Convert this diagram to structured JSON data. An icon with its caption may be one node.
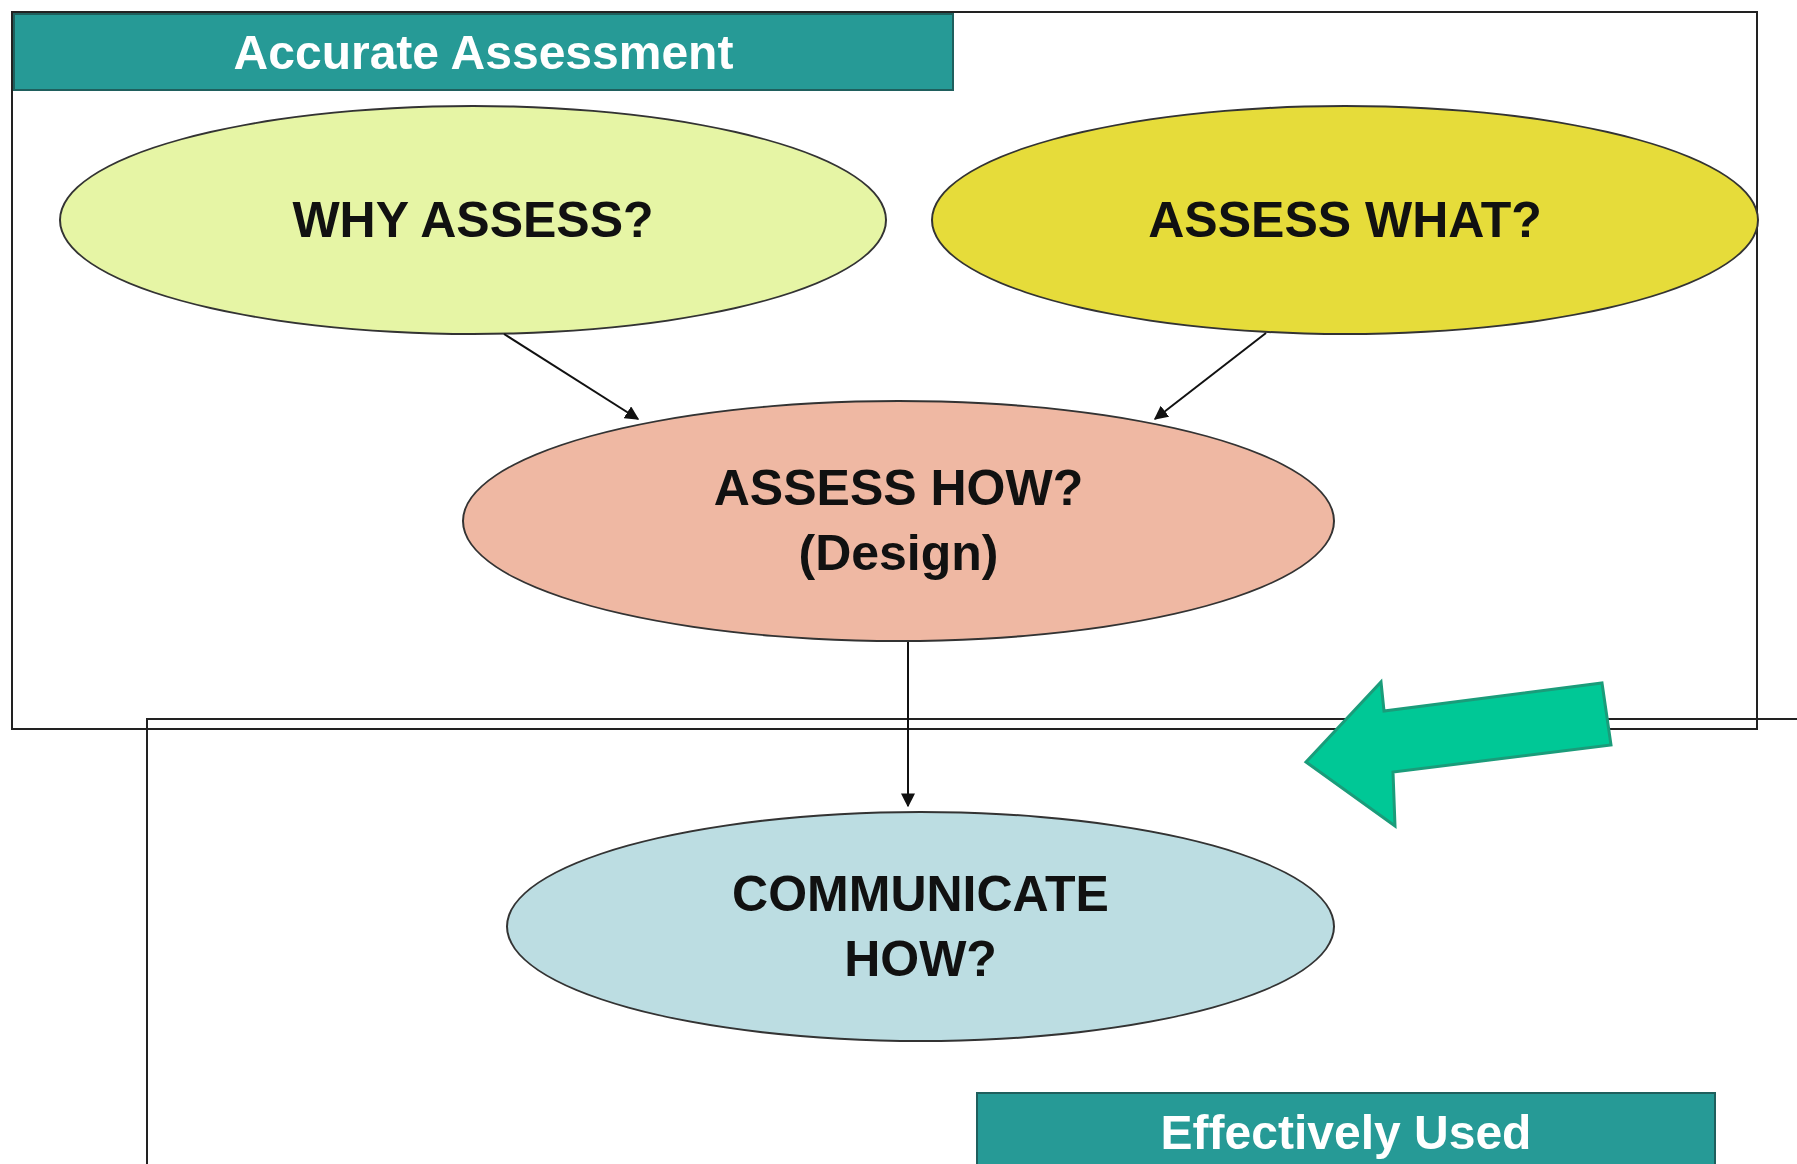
{
  "diagram": {
    "nodes": [
      {
        "text": [
          "Accurate Assessment"
        ]
      },
      {
        "text": [
          "WHY ASSESS?"
        ],
        "in": 0
      },
      {
        "text": [
          "ASSESS WHAT?"
        ],
        "in": 0
      },
      {
        "text": [
          "ASSESS HOW? (Design)"
        ],
        "in": 0
      },
      {
        "text": [
          "Effectively Used"
        ]
      },
      {
        "text": [
          "COMMUNICATE HOW?"
        ],
        "in": 4
      }
    ],
    "edges": [
      {
        "from": 1,
        "to": 3,
        "arrow": "to"
      },
      {
        "from": 2,
        "to": 3,
        "arrow": "to"
      },
      {
        "from": 3,
        "to": 5,
        "arrow": "to"
      }
    ]
  }
}
